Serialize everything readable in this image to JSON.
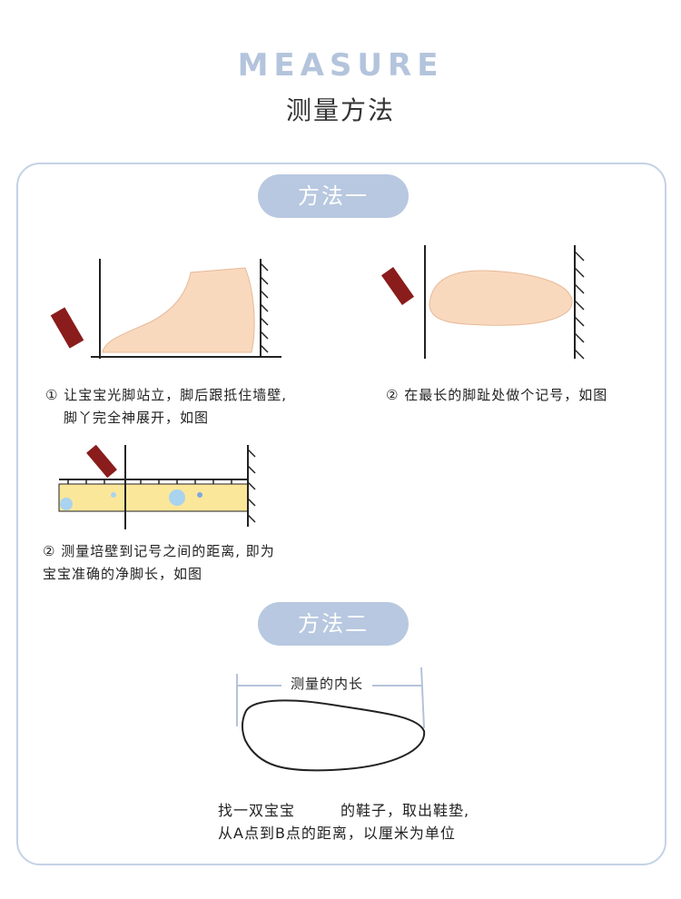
{
  "header": {
    "title_en": "MEASURE",
    "title_cn": "测量方法"
  },
  "method1": {
    "label": "方法一",
    "step1": {
      "line1": "① 让宝宝光脚站立，脚后跟抵住墙壁,",
      "line2": "脚丫完全神展开，如图"
    },
    "step2": {
      "text": "② 在最长的脚趾处做个记号，如图"
    },
    "step3": {
      "line1": "② 测量培壁到记号之间的距离, 即为",
      "line2": "宝宝准确的净脚长，如图"
    }
  },
  "method2": {
    "label": "方法二",
    "diagram_label": "测量的内长",
    "line1_a": "找一双宝宝",
    "line1_b": "的鞋子，取出鞋垫,",
    "line2": "从A点到B点的距离，以厘米为单位"
  },
  "colors": {
    "accent": "#b8c8e0",
    "title": "#b3c4dc",
    "border": "#c4d2e6"
  }
}
